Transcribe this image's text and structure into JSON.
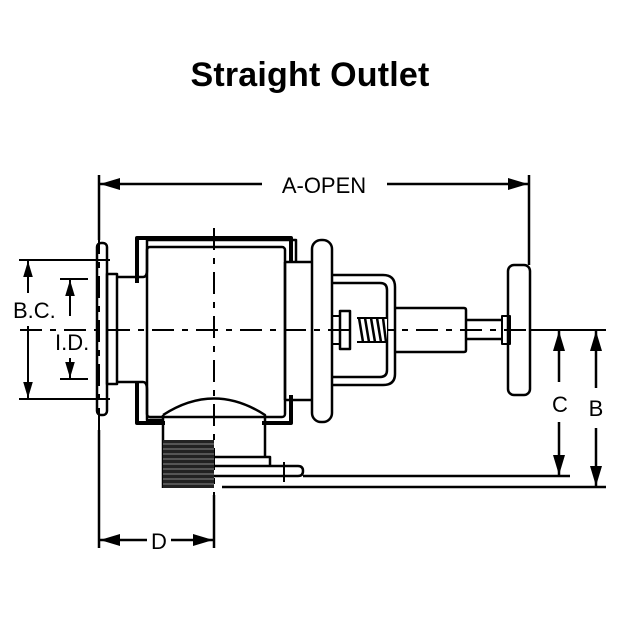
{
  "title": "Straight Outlet",
  "dimensions": {
    "a_open": "A-OPEN",
    "bolt_circle": "B.C.",
    "inner_diameter": "I.D.",
    "c": "C",
    "b": "B",
    "d": "D"
  }
}
